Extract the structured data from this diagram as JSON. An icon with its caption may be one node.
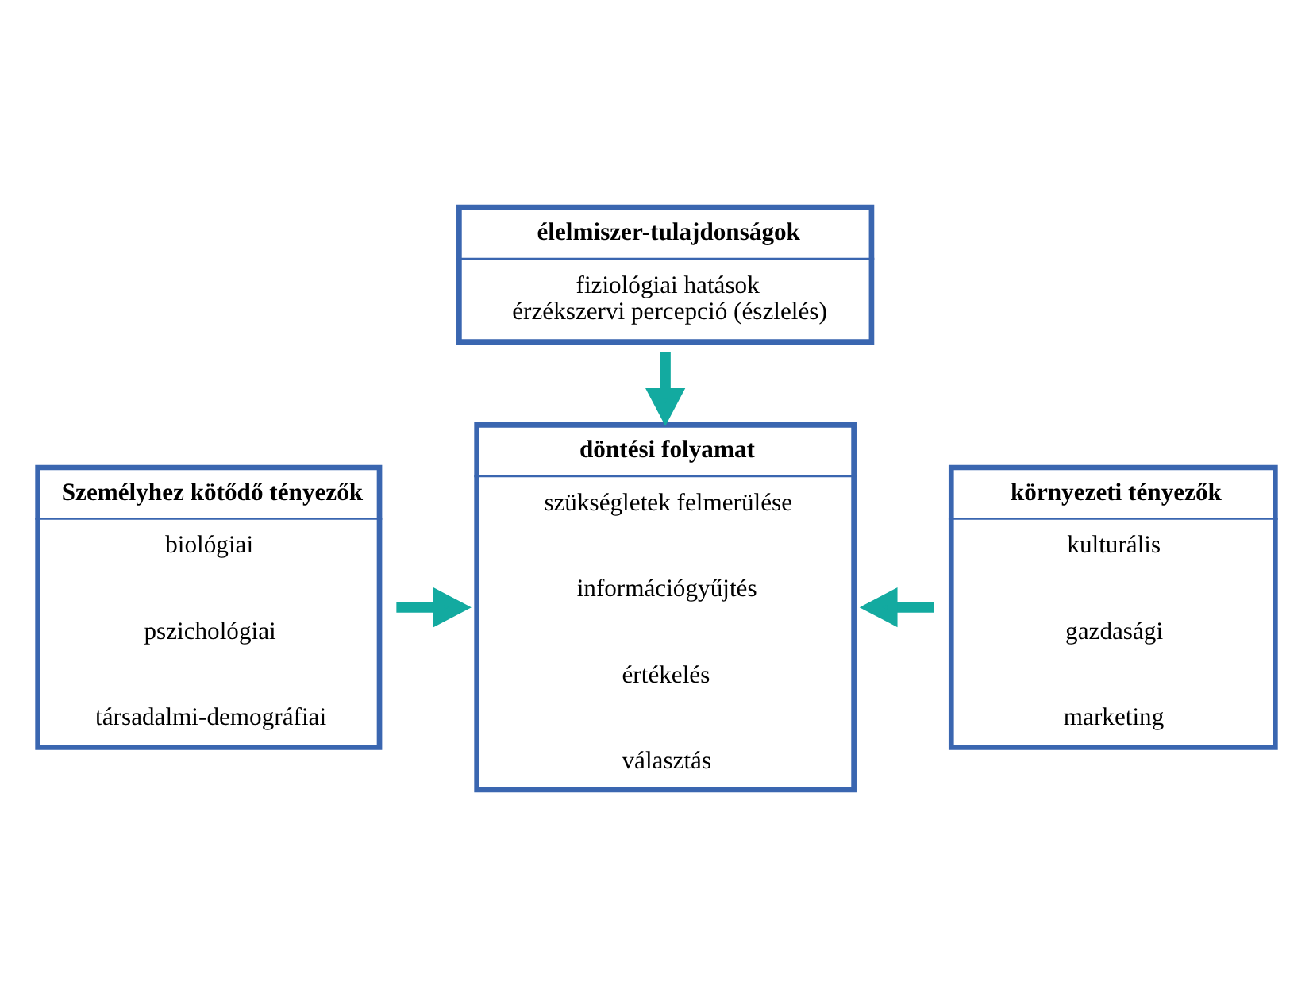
{
  "diagram": {
    "nodes": [
      {
        "text": [
          "élelmiszer-tulajdonságok",
          "fiziológiai hatások",
          "érzékszervi percepció (észlelés)"
        ]
      },
      {
        "text": [
          "Személyhez kötődő tényezők",
          "biológiai",
          "pszichológiai",
          "társadalmi-demográfiai"
        ]
      },
      {
        "text": [
          "döntési folyamat",
          "szükségletek felmerülése",
          "információgyűjtés",
          "értékelés",
          "választás"
        ]
      },
      {
        "text": [
          "környezeti tényezők",
          "kulturális",
          "gazdasági",
          "marketing"
        ]
      }
    ],
    "edges": [
      {
        "from": 0,
        "to": 2,
        "arrow": "to"
      },
      {
        "from": 1,
        "to": 2,
        "arrow": "to"
      },
      {
        "from": 3,
        "to": 2,
        "arrow": "to"
      }
    ]
  }
}
